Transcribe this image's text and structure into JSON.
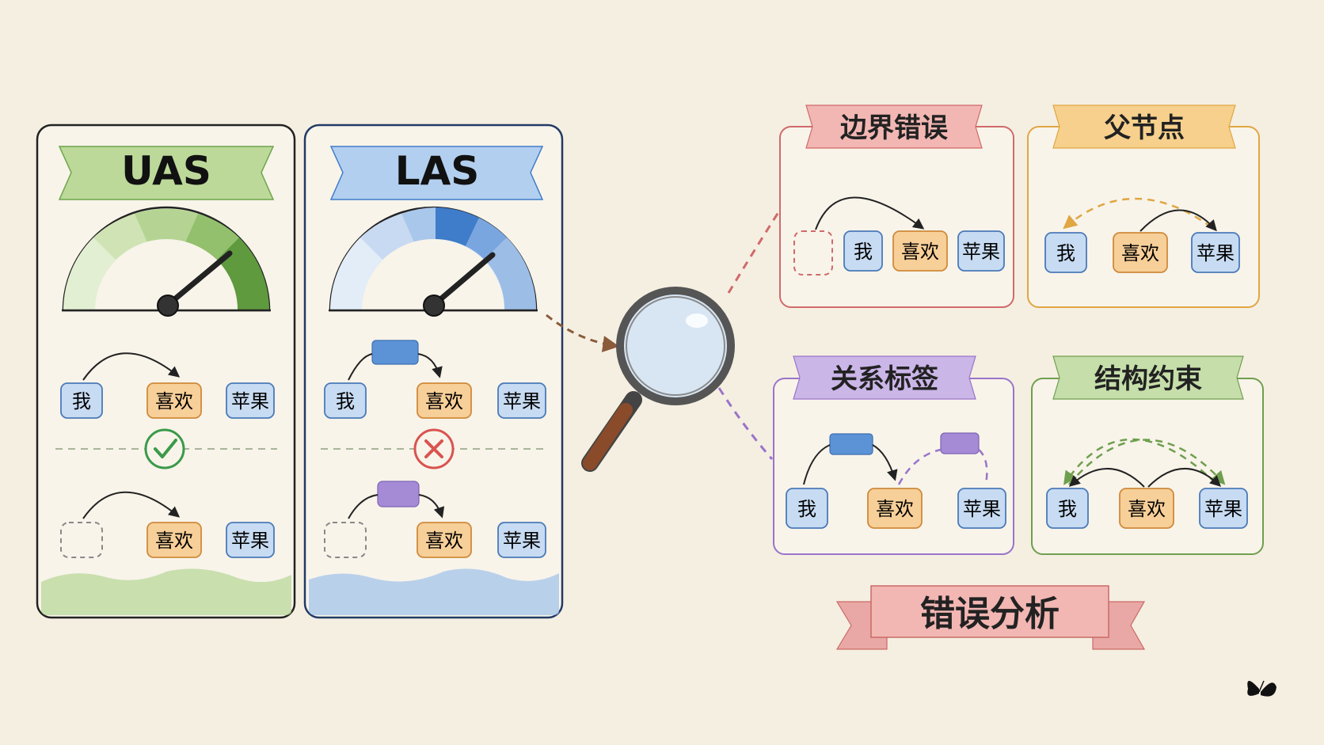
{
  "panels": [
    {
      "id": "uas",
      "title": "UAS",
      "accent": "#6da54a",
      "accent_light": "#cfe3b4",
      "result": "correct",
      "gauge_level": 0.8
    },
    {
      "id": "las",
      "title": "LAS",
      "accent": "#3f7cc9",
      "accent_light": "#c8daf1",
      "result": "wrong",
      "gauge_level": 0.75
    }
  ],
  "words": {
    "w1": "我",
    "w2": "喜欢",
    "w3": "苹果"
  },
  "error_types": [
    {
      "id": "boundary",
      "title": "边界错误",
      "color": "#d06a6a",
      "fill": "#f2b7b3"
    },
    {
      "id": "parent",
      "title": "父节点",
      "color": "#e0a642",
      "fill": "#f6d08c"
    },
    {
      "id": "relation",
      "title": "关系标签",
      "color": "#9a74c9",
      "fill": "#cbb6e8"
    },
    {
      "id": "structure",
      "title": "结构约束",
      "color": "#6f9f4d",
      "fill": "#c6deaa"
    }
  ],
  "banner": {
    "title": "错误分析"
  },
  "colors": {
    "word_blue": "#c7dbf2",
    "word_blue_border": "#4a7ab8",
    "word_orange": "#f7cf98",
    "word_orange_border": "#d08a3a",
    "correct": "#3a9a4a",
    "wrong": "#d9534f",
    "label_blue": "#5b93d6",
    "label_purple": "#a58bd6"
  }
}
